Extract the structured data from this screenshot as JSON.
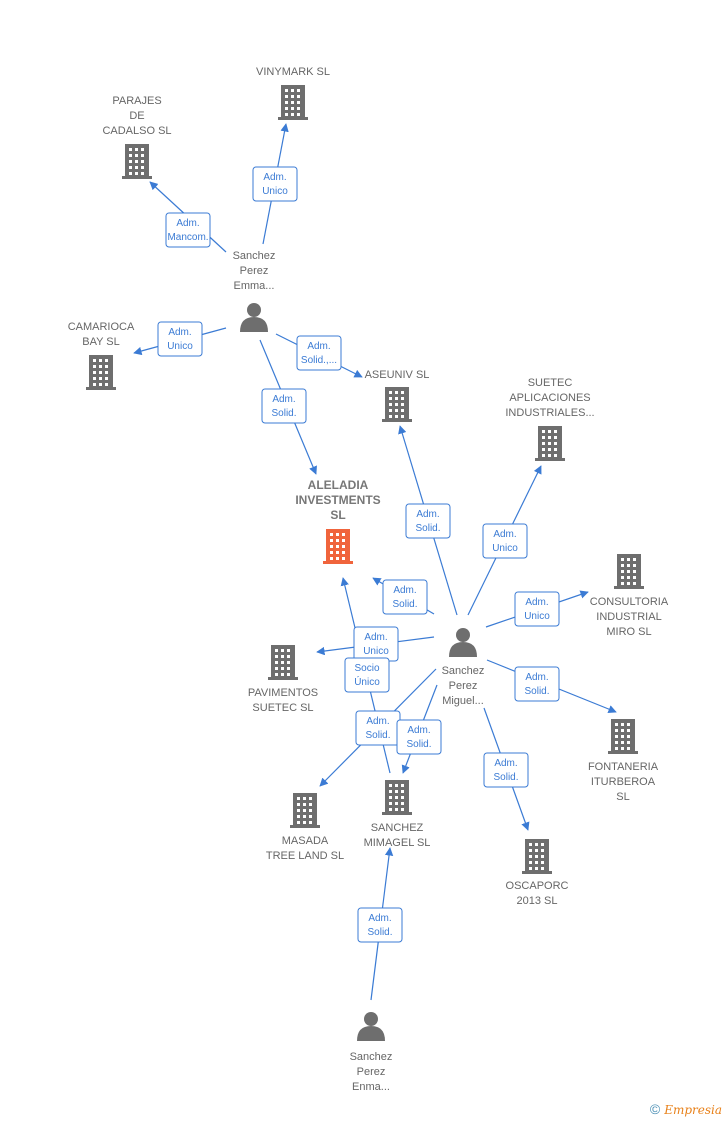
{
  "colors": {
    "edge": "#3b7bd4",
    "company": "#6e6e6e",
    "focus": "#f0643c",
    "person": "#6e6e6e"
  },
  "nodes": [
    {
      "id": "vinymark",
      "type": "company",
      "label": [
        "VINYMARK SL"
      ]
    },
    {
      "id": "parajes",
      "type": "company",
      "label": [
        "PARAJES",
        "DE",
        "CADALSO  SL"
      ]
    },
    {
      "id": "camarioca",
      "type": "company",
      "label": [
        "CAMARIOCA",
        "BAY  SL"
      ]
    },
    {
      "id": "emma1",
      "type": "person",
      "label": [
        "Sanchez",
        "Perez",
        "Emma..."
      ]
    },
    {
      "id": "aseuniv",
      "type": "company",
      "label": [
        "ASEUNIV SL"
      ]
    },
    {
      "id": "suetec_apl",
      "type": "company",
      "label": [
        "SUETEC",
        "APLICACIONES",
        "INDUSTRIALES..."
      ]
    },
    {
      "id": "aleladia",
      "type": "focus",
      "label": [
        "ALELADIA",
        "INVESTMENTS",
        "SL"
      ]
    },
    {
      "id": "consultoria",
      "type": "company",
      "label": [
        "CONSULTORIA",
        "INDUSTRIAL",
        "MIRO  SL"
      ]
    },
    {
      "id": "miguel",
      "type": "person",
      "label": [
        "Sanchez",
        "Perez",
        "Miguel..."
      ]
    },
    {
      "id": "pavimentos",
      "type": "company",
      "label": [
        "PAVIMENTOS",
        "SUETEC  SL"
      ]
    },
    {
      "id": "fontaneria",
      "type": "company",
      "label": [
        "FONTANERIA",
        "ITURBEROA",
        "SL"
      ]
    },
    {
      "id": "masada",
      "type": "company",
      "label": [
        "MASADA",
        "TREE LAND  SL"
      ]
    },
    {
      "id": "mimagel",
      "type": "company",
      "label": [
        "SANCHEZ",
        "MIMAGEL  SL"
      ]
    },
    {
      "id": "oscaporc",
      "type": "company",
      "label": [
        "OSCAPORC",
        "2013  SL"
      ]
    },
    {
      "id": "emma2",
      "type": "person",
      "label": [
        "Sanchez",
        "Perez",
        "Enma..."
      ]
    }
  ],
  "edges": [
    {
      "from": "emma1",
      "to": "vinymark",
      "label": [
        "Adm.",
        "Unico"
      ]
    },
    {
      "from": "emma1",
      "to": "parajes",
      "label": [
        "Adm.",
        "Mancom."
      ]
    },
    {
      "from": "emma1",
      "to": "camarioca",
      "label": [
        "Adm.",
        "Unico"
      ]
    },
    {
      "from": "emma1",
      "to": "aseuniv",
      "label": [
        "Adm.",
        "Solid.,..."
      ]
    },
    {
      "from": "emma1",
      "to": "aleladia",
      "label": [
        "Adm.",
        "Solid."
      ]
    },
    {
      "from": "miguel",
      "to": "aseuniv",
      "label": [
        "Adm.",
        "Solid."
      ]
    },
    {
      "from": "miguel",
      "to": "suetec_apl",
      "label": [
        "Adm.",
        "Unico"
      ]
    },
    {
      "from": "miguel",
      "to": "consultoria",
      "label": [
        "Adm.",
        "Unico"
      ]
    },
    {
      "from": "miguel",
      "to": "aleladia",
      "label": [
        "Adm.",
        "Solid."
      ]
    },
    {
      "from": "miguel",
      "to": "pavimentos",
      "label": [
        "Adm.",
        "Unico"
      ]
    },
    {
      "from": "miguel",
      "to": "fontaneria",
      "label": [
        "Adm.",
        "Solid."
      ]
    },
    {
      "from": "miguel",
      "to": "masada",
      "label": [
        "Adm.",
        "Solid."
      ]
    },
    {
      "from": "miguel",
      "to": "mimagel",
      "label": [
        "Adm.",
        "Solid."
      ]
    },
    {
      "from": "miguel",
      "to": "oscaporc",
      "label": [
        "Adm.",
        "Solid."
      ]
    },
    {
      "from": "mimagel",
      "to": "aleladia",
      "label": [
        "Socio",
        "Único"
      ]
    },
    {
      "from": "emma2",
      "to": "mimagel",
      "label": [
        "Adm.",
        "Solid."
      ]
    }
  ],
  "footer": {
    "copyright": "©",
    "brand": "Empresia"
  }
}
